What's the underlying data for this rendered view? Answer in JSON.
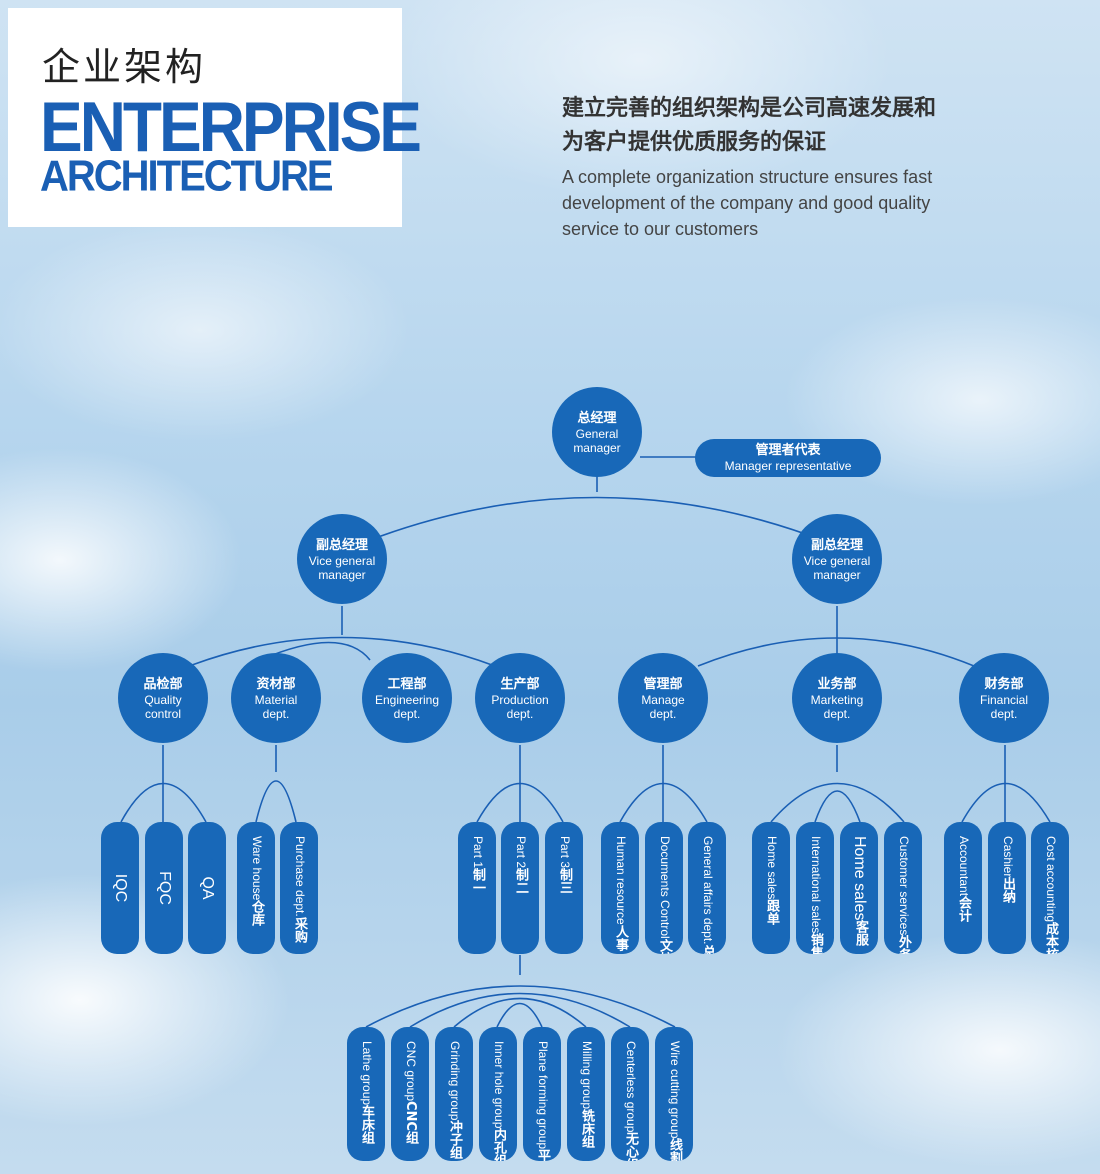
{
  "header": {
    "title_cn": "企业架构",
    "title_en_line1": "ENTERPRISE",
    "title_en_line2": "ARCHITECTURE",
    "slogan_cn_line1": "建立完善的组织架构是公司高速发展和",
    "slogan_cn_line2": "为客户提供优质服务的保证",
    "slogan_en_line1": "A complete organization structure ensures fast",
    "slogan_en_line2": "development of the company and good quality",
    "slogan_en_line3": "service to our customers"
  },
  "colors": {
    "node": "#1868b8",
    "line": "#1a5fb4",
    "title": "#1a5fb4"
  },
  "chart": {
    "gm": {
      "cn": "总经理",
      "en1": "General",
      "en2": "manager"
    },
    "rep": {
      "cn": "管理者代表",
      "en": "Manager representative"
    },
    "vgm_left": {
      "cn": "副总经理",
      "en1": "Vice general",
      "en2": "manager"
    },
    "vgm_right": {
      "cn": "副总经理",
      "en1": "Vice general",
      "en2": "manager"
    },
    "depts": [
      {
        "cn": "品检部",
        "en1": "Quality",
        "en2": "control"
      },
      {
        "cn": "资材部",
        "en1": "Material",
        "en2": "dept."
      },
      {
        "cn": "工程部",
        "en1": "Engineering",
        "en2": "dept."
      },
      {
        "cn": "生产部",
        "en1": "Production",
        "en2": "dept."
      },
      {
        "cn": "管理部",
        "en1": "Manage",
        "en2": "dept."
      },
      {
        "cn": "业务部",
        "en1": "Marketing",
        "en2": "dept."
      },
      {
        "cn": "财务部",
        "en1": "Financial",
        "en2": "dept."
      }
    ],
    "quality": [
      {
        "en": "IQC"
      },
      {
        "en": "FQC"
      },
      {
        "en": "QA"
      }
    ],
    "material": [
      {
        "cn": "仓库",
        "en": "Ware house"
      },
      {
        "cn": "采购",
        "en": "Purchase dept."
      }
    ],
    "production": [
      {
        "cn": "制一",
        "en": "Part 1"
      },
      {
        "cn": "制二",
        "en": "Part 2"
      },
      {
        "cn": "制三",
        "en": "Part 3"
      }
    ],
    "manage": [
      {
        "cn": "人事",
        "en": "Human resource"
      },
      {
        "cn": "文控中心",
        "en": "Documents Control"
      },
      {
        "cn": "总务",
        "en": "General affairs dept."
      }
    ],
    "marketing": [
      {
        "cn": "跟单",
        "en": "Home sales"
      },
      {
        "cn": "销售",
        "en": "International sales"
      },
      {
        "cn": "客服",
        "en": "Home sales"
      },
      {
        "cn": "外务",
        "en": "Customer services"
      }
    ],
    "financial": [
      {
        "cn": "会计",
        "en": "Accountant"
      },
      {
        "cn": "出纳",
        "en": "Cashier"
      },
      {
        "cn": "成本核算",
        "en": "Cost accounting"
      }
    ],
    "groups": [
      {
        "cn": "车床组",
        "en": "Lathe group"
      },
      {
        "cn": "CNC组",
        "en": "CNC group"
      },
      {
        "cn": "冲子组",
        "en": "Grinding group"
      },
      {
        "cn": "内孔组",
        "en": "Inner hole group"
      },
      {
        "cn": "平面组",
        "en": "Plane forming group"
      },
      {
        "cn": "铣床组",
        "en": "Milling group"
      },
      {
        "cn": "无心组",
        "en": "Centerless group"
      },
      {
        "cn": "线割组",
        "en": "Wire cutting group"
      }
    ]
  }
}
